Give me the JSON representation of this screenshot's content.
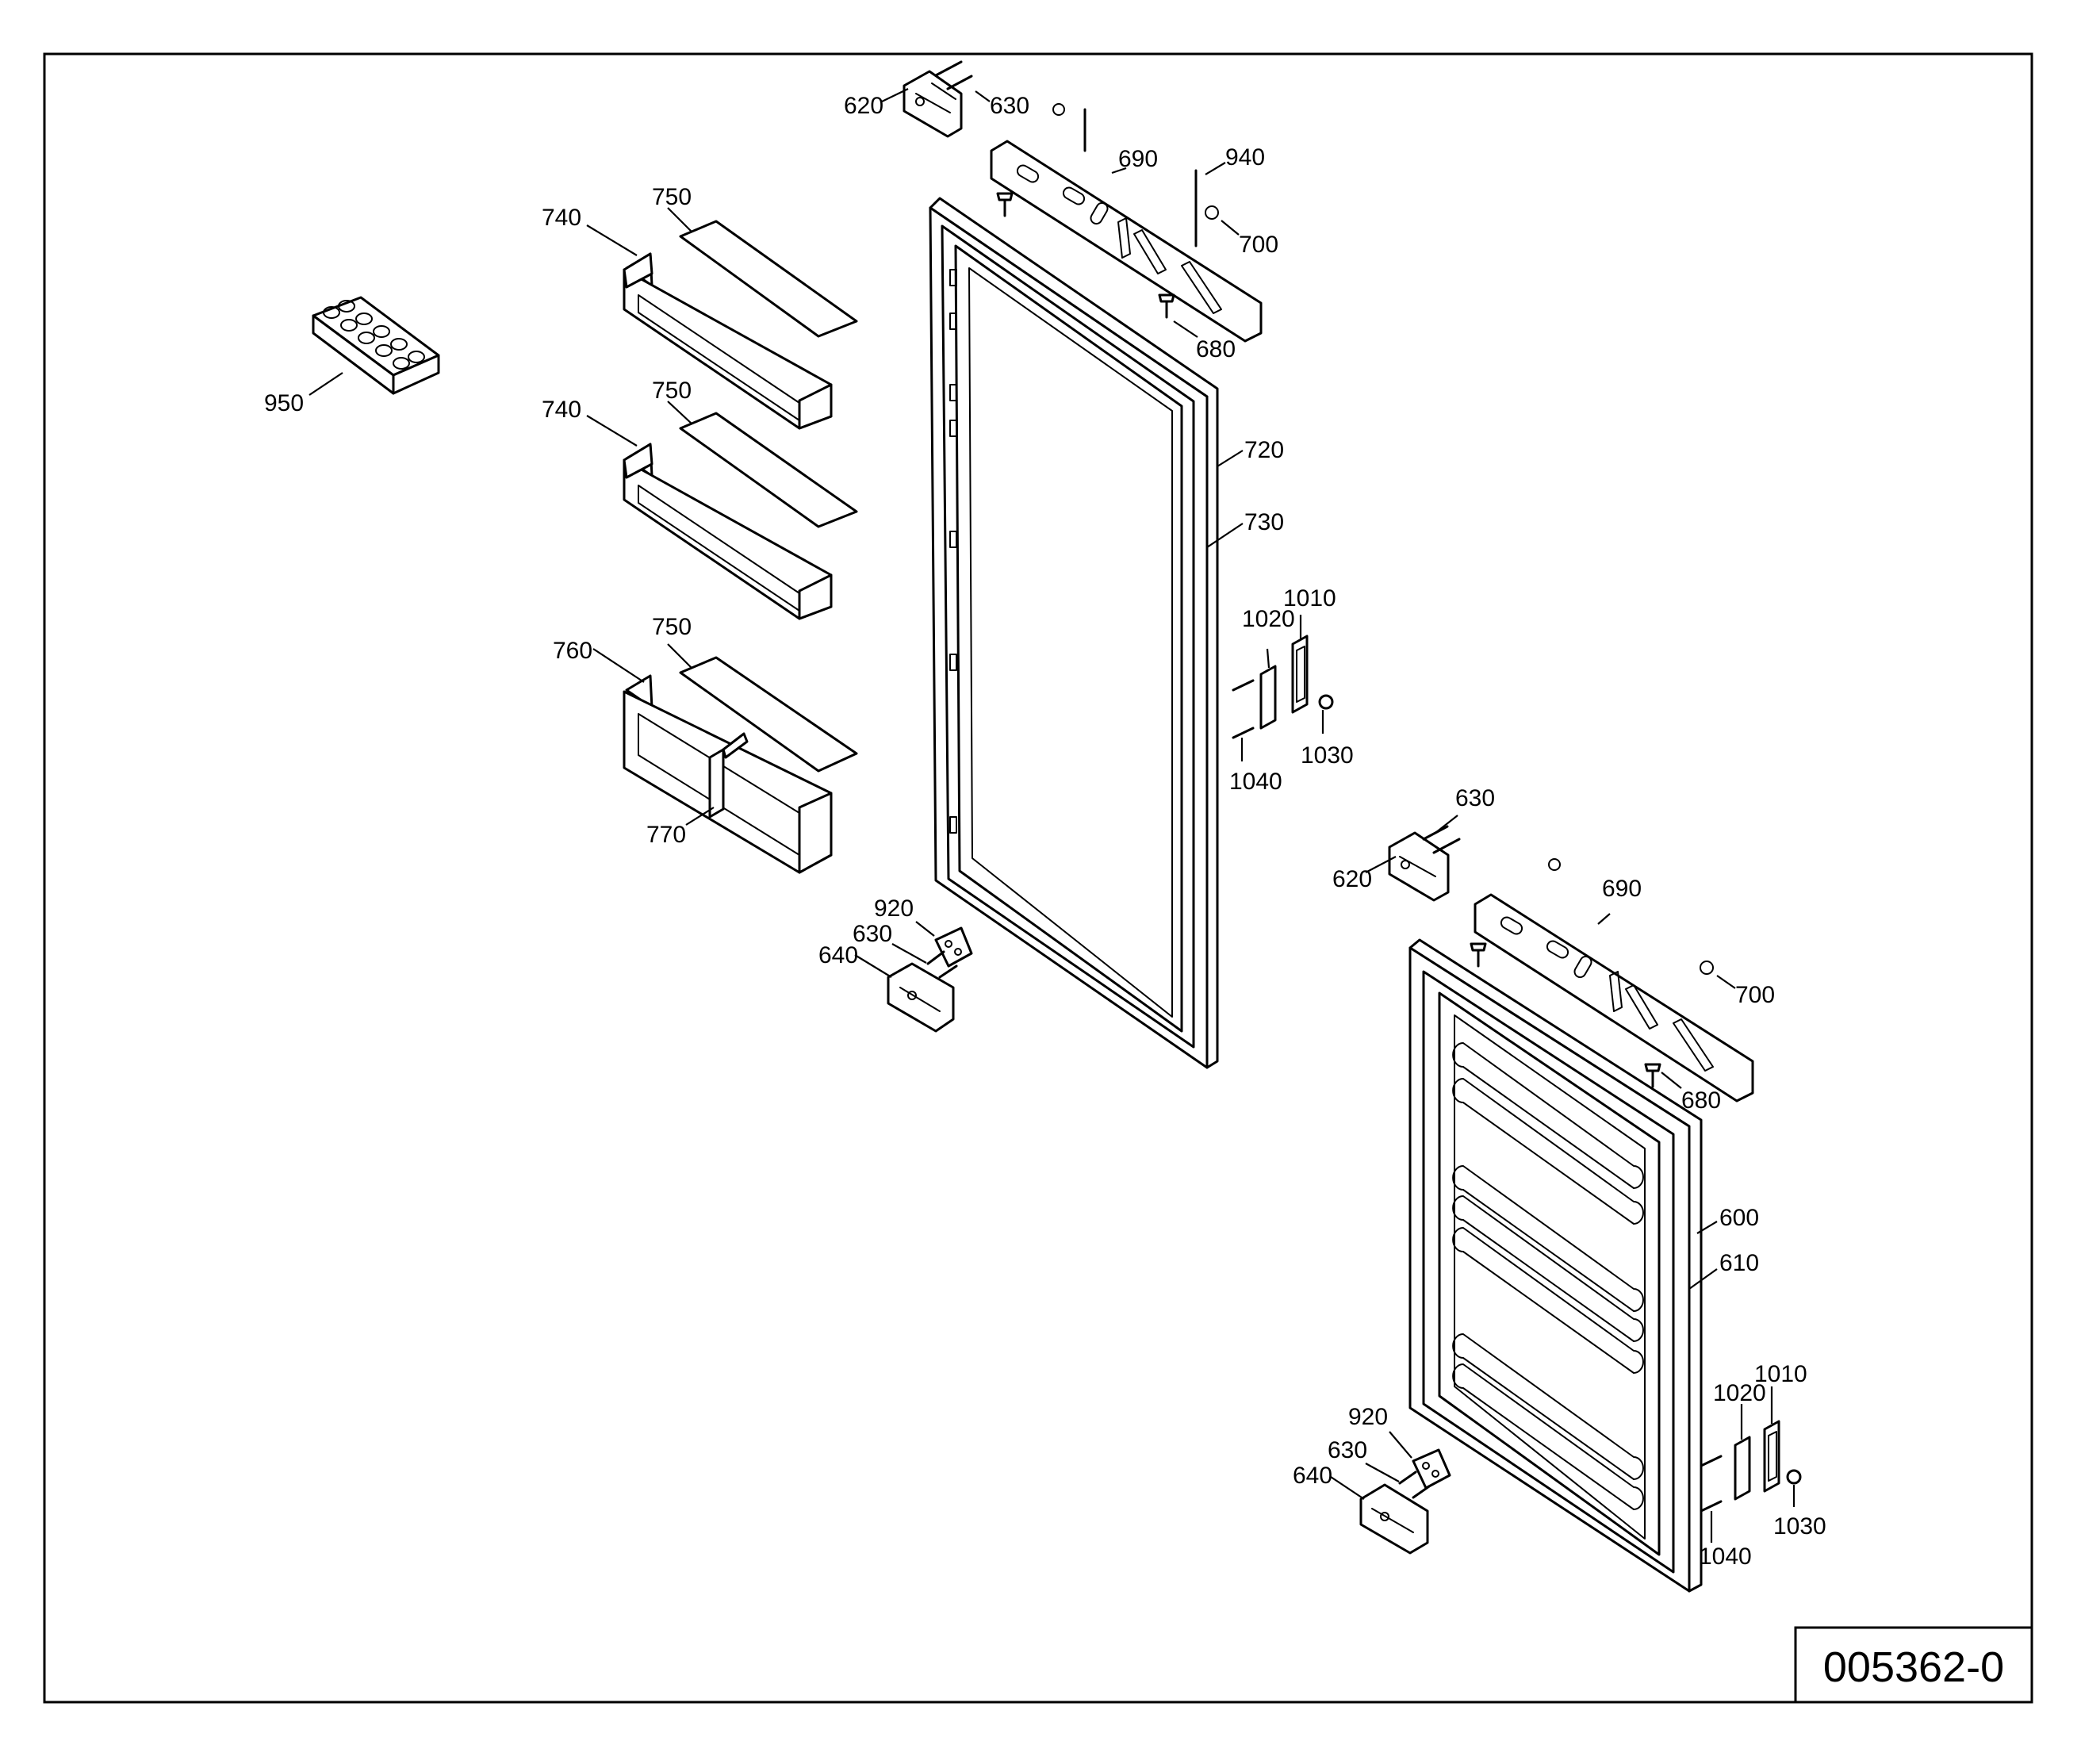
{
  "drawing_number": "005362-0",
  "labels": {
    "l620a": "620",
    "l630a": "630",
    "l690a": "690",
    "l940": "940",
    "l700a": "700",
    "l680a": "680",
    "l740a": "740",
    "l750a": "750",
    "l740b": "740",
    "l750b": "750",
    "l760": "760",
    "l750c": "750",
    "l770": "770",
    "l950": "950",
    "l720": "720",
    "l730": "730",
    "l1020a": "1020",
    "l1010a": "1010",
    "l1040a": "1040",
    "l1030a": "1030",
    "l920a": "920",
    "l630b": "630",
    "l640a": "640",
    "l630c": "630",
    "l620b": "620",
    "l690b": "690",
    "l700b": "700",
    "l680b": "680",
    "l600": "600",
    "l610": "610",
    "l1020b": "1020",
    "l1010b": "1010",
    "l920b": "920",
    "l630d": "630",
    "l640b": "640",
    "l1040b": "1040",
    "l1030b": "1030"
  }
}
